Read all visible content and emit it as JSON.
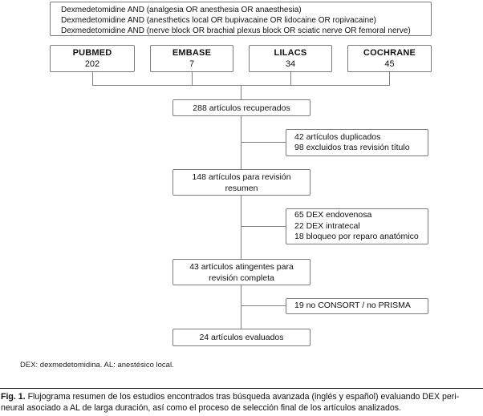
{
  "colors": {
    "background": "#ffffff",
    "box_border": "#7a7a7a",
    "connector_line": "#808080",
    "text": "#111111",
    "caption_rule": "#1a1a1a"
  },
  "search_queries": {
    "lines": [
      "Dexmedetomidine AND (analgesia OR anesthesia OR anaesthesia)",
      "Dexmedetomidine AND (anesthetics local OR bupivacaine OR lidocaine OR ropivacaine)",
      "Dexmedetomidine AND (nerve block OR brachial plexus block OR sciatic nerve OR femoral nerve)"
    ]
  },
  "databases": [
    {
      "name": "PUBMED",
      "count": "202"
    },
    {
      "name": "EMBASE",
      "count": "7"
    },
    {
      "name": "LILACS",
      "count": "34"
    },
    {
      "name": "COCHRANE",
      "count": "45"
    }
  ],
  "flow": {
    "retrieved": "288 artículos recuperados",
    "excluded_title": {
      "lines": [
        "42 artículos duplicados",
        "98 excluidos tras revisión título"
      ]
    },
    "abstract_review": {
      "lines": [
        "148 artículos para revisión",
        "resumen"
      ]
    },
    "excluded_abstract": {
      "lines": [
        "65 DEX endovenosa",
        "22 DEX intratecal",
        "18 bloqueo por reparo anatómico"
      ]
    },
    "full_review": {
      "lines": [
        "43 artículos atingentes para",
        "revisión completa"
      ]
    },
    "excluded_full": "19 no CONSORT / no PRISMA",
    "evaluated": "24 artículos evaluados"
  },
  "footnote": "DEX: dexmedetomidina. AL: anestésico local.",
  "caption": {
    "label": "Fig. 1.",
    "line1": "Flujograma resumen de los estudios encontrados tras búsqueda avanzada (inglés y español) evaluando DEX peri-",
    "line2": "neural asociado a AL de larga duración, así como el proceso de selección final de los artículos analizados."
  }
}
